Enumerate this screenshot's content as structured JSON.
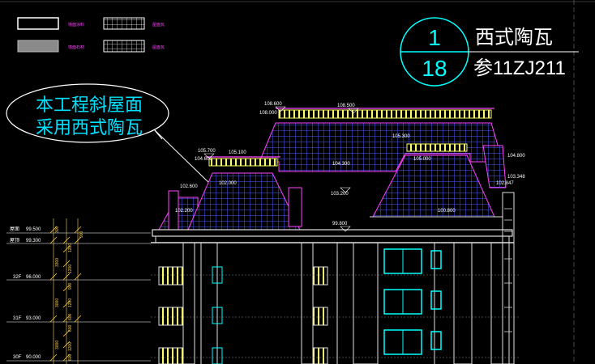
{
  "legend": [
    {
      "label": "墙面涂料",
      "color": "#ff40ff"
    },
    {
      "label": "墙面石材",
      "color": "#ff40ff"
    },
    {
      "label": "屋面瓦",
      "color": "#ff40ff"
    },
    {
      "label": "屋面瓦",
      "color": "#ff40ff"
    }
  ],
  "callout": {
    "line1": "本工程斜屋面",
    "line2": "采用西式陶瓦",
    "color": "#00e0ff"
  },
  "detail_ref": {
    "number": "1",
    "sheet": "18",
    "title": "西式陶瓦",
    "ref": "参11ZJ211"
  },
  "roof_elevations": [
    "108.600",
    "108.500",
    "108.000",
    "105.700",
    "105.100",
    "104.600",
    "104.300",
    "103.200",
    "102.600",
    "102.000",
    "105.300",
    "105.000",
    "104.800",
    "103.348",
    "102.847",
    "102.200",
    "100.800",
    "99.800"
  ],
  "floors": [
    {
      "label": "屋面",
      "elev": "99.500"
    },
    {
      "label": "屋顶",
      "elev": "99.300"
    },
    {
      "label": "32F",
      "elev": "96.000"
    },
    {
      "label": "31F",
      "elev": "93.000"
    },
    {
      "label": "30F",
      "elev": "90.000"
    }
  ],
  "dims": [
    "300",
    "1200",
    "3300",
    "1200",
    "3000",
    "1200",
    "3000",
    "900",
    "900",
    "600",
    "600",
    "1200",
    "600"
  ],
  "colors": {
    "roof_tile": "#ff40ff",
    "wall_line": "#e0e0e0",
    "window": "#00ffff",
    "railing": "#ffff00",
    "dim": "#ffd34d",
    "ref_circle": "#00ffff"
  }
}
